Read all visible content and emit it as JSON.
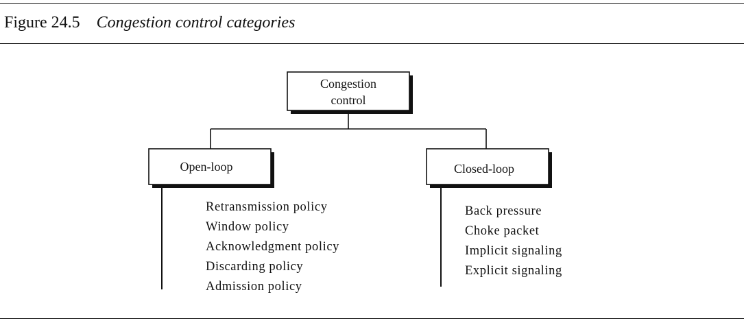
{
  "figure": {
    "number": "Figure 24.5",
    "title": "Congestion control categories"
  },
  "diagram": {
    "root": {
      "line1": "Congestion",
      "line2": "control"
    },
    "open_loop": {
      "label": "Open-loop",
      "items": [
        "Retransmission policy",
        "Window policy",
        "Acknowledgment policy",
        "Discarding policy",
        "Admission policy"
      ]
    },
    "closed_loop": {
      "label": "Closed-loop",
      "items": [
        "Back pressure",
        "Choke packet",
        "Implicit signaling",
        "Explicit signaling"
      ]
    }
  }
}
